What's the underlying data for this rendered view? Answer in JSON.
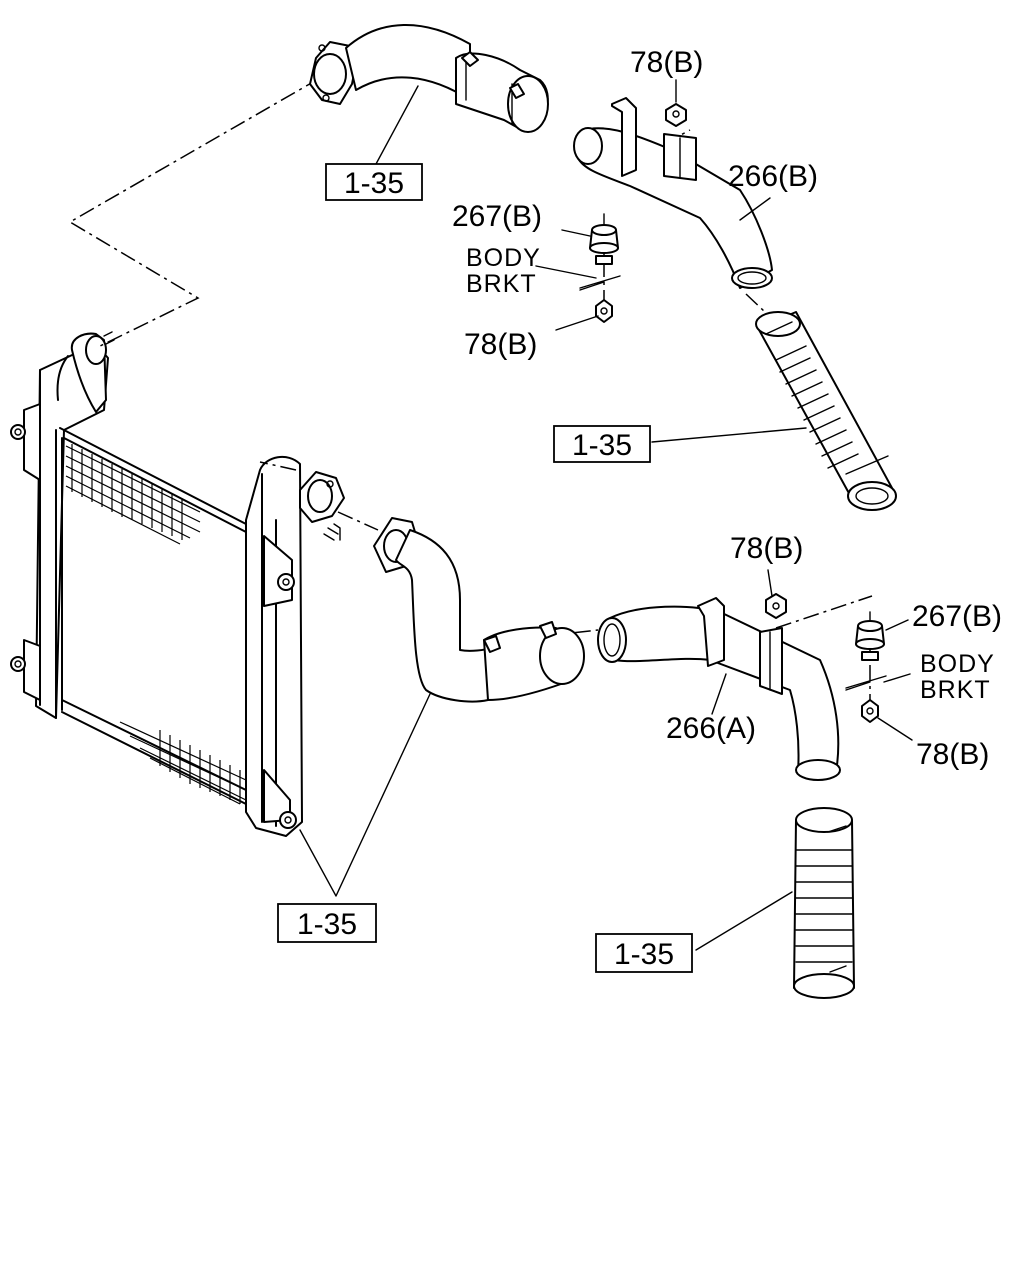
{
  "diagram": {
    "references": [
      {
        "text": "1-35"
      },
      {
        "text": "1-35"
      },
      {
        "text": "1-35"
      },
      {
        "text": "1-35"
      }
    ],
    "callouts": [
      {
        "text": "78(B)"
      },
      {
        "text": "266(B)"
      },
      {
        "text": "267(B)"
      },
      {
        "text": "BODY"
      },
      {
        "text": "BRKT"
      },
      {
        "text": "78(B)"
      },
      {
        "text": "78(B)"
      },
      {
        "text": "267(B)"
      },
      {
        "text": "BODY"
      },
      {
        "text": "BRKT"
      },
      {
        "text": "266(A)"
      },
      {
        "text": "78(B)"
      }
    ]
  }
}
